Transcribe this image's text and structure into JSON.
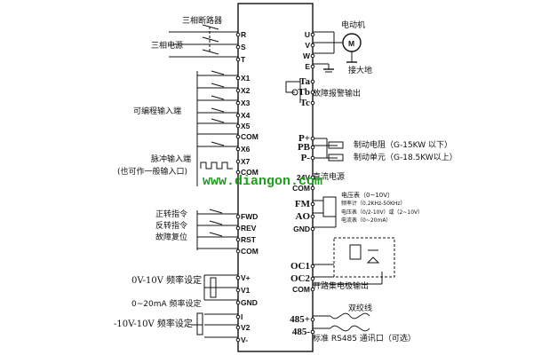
{
  "left": {
    "breaker": "三相断路器",
    "power": "三相电源",
    "programmable_inputs": "可编程输入端",
    "pulse_input": "脉冲输入端",
    "pulse_input_note": "(也可作一般输入口)",
    "forward_cmd": "正转指令",
    "reverse_cmd": "反转指令",
    "fault_reset": "故障复位",
    "freq_set_0_10v": "0V-10V 频率设定",
    "freq_set_0_20ma": "0~20mA 频率设定",
    "freq_set_neg10_10v": "-10V-10V 频率设定"
  },
  "right": {
    "motor": "电动机",
    "motor_symbol": "M",
    "ground": "接大地",
    "fault_alarm_output": "故障报警输出",
    "brake_resistor": "制动电阻（G-15KW 以下）",
    "brake_unit": "制动单元（G-18.5KW以上）",
    "dc_power": "直流电源",
    "voltmeter": "电压表（0~10V）",
    "freq_meter": "频率计（0.2KHz-50KHz）",
    "voltmeter2": "电压表（0/2-10V）或（2~10V）",
    "ammeter": "电流表（0~20mA）",
    "open_collector": "开路集电极输出",
    "twisted_pair": "双绞线",
    "rs485": "标准 RS485 通讯口（可选）"
  },
  "watermark": "www.diangon.com",
  "left_pins": [
    "R",
    "S",
    "T",
    "X1",
    "X2",
    "X3",
    "X4",
    "X5",
    "COM",
    "X6",
    "X7",
    "COM",
    "FWD",
    "REV",
    "RST",
    "COM",
    "V+",
    "V1",
    "GND",
    "I",
    "V2",
    "V-"
  ],
  "right_pins": [
    "U",
    "V",
    "W",
    "E",
    "Ta",
    "Tb",
    "Tc",
    "P+",
    "PB",
    "P-",
    "24V",
    "COM",
    "FM",
    "AO",
    "GND",
    "OC1",
    "OC2",
    "COM",
    "485+",
    "485-"
  ]
}
